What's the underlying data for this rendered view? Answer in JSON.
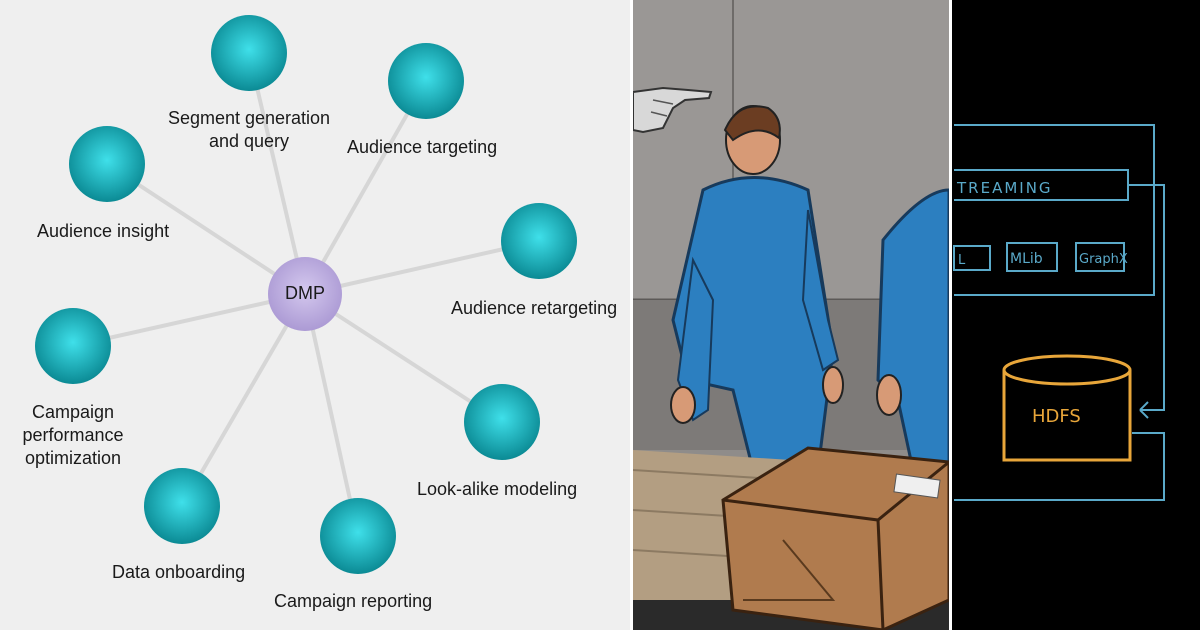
{
  "diagram": {
    "hub": {
      "label": "DMP",
      "color": "#b7a6d9"
    },
    "node_color": "#1aa6b0",
    "spokes": [
      {
        "id": "segment",
        "label_lines": [
          "Segment generation",
          "and query"
        ]
      },
      {
        "id": "targeting",
        "label_lines": [
          "Audience targeting"
        ]
      },
      {
        "id": "insight",
        "label_lines": [
          "Audience insight"
        ]
      },
      {
        "id": "retargeting",
        "label_lines": [
          "Audience retargeting"
        ]
      },
      {
        "id": "campaign-perf",
        "label_lines": [
          "Campaign",
          "performance",
          "optimization"
        ]
      },
      {
        "id": "lookalike",
        "label_lines": [
          "Look-alike modeling"
        ]
      },
      {
        "id": "onboarding",
        "label_lines": [
          "Data onboarding"
        ]
      },
      {
        "id": "reporting",
        "label_lines": [
          "Campaign reporting"
        ]
      }
    ]
  },
  "sketch": {
    "streaming_label": "TREAMING",
    "modules": [
      "L",
      "MLib",
      "GraphX"
    ],
    "storage_label": "HDFS",
    "line_color": "#5aa9c9",
    "storage_color": "#e8a63a"
  }
}
